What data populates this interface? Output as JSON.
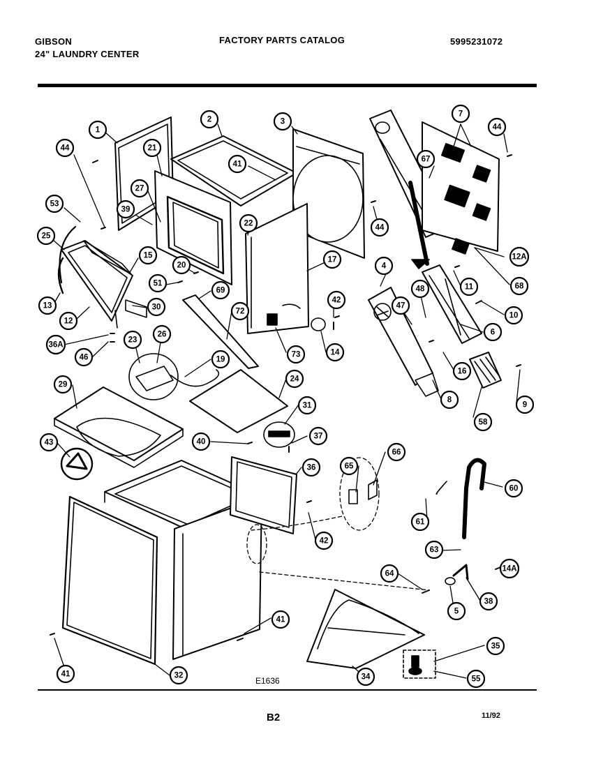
{
  "header": {
    "brand": "GIBSON",
    "subtitle": "24\" LAUNDRY CENTER",
    "catalog_title": "FACTORY PARTS CATALOG",
    "part_number": "5995231072"
  },
  "footer": {
    "diagram_code": "E1636",
    "page_code": "B2",
    "date_code": "11/92"
  },
  "callouts": [
    {
      "label": "1"
    },
    {
      "label": "2"
    },
    {
      "label": "3"
    },
    {
      "label": "7"
    },
    {
      "label": "44"
    },
    {
      "label": "44"
    },
    {
      "label": "21"
    },
    {
      "label": "41"
    },
    {
      "label": "67"
    },
    {
      "label": "27"
    },
    {
      "label": "53"
    },
    {
      "label": "39"
    },
    {
      "label": "22"
    },
    {
      "label": "44"
    },
    {
      "label": "25"
    },
    {
      "label": "15"
    },
    {
      "label": "20"
    },
    {
      "label": "17"
    },
    {
      "label": "4"
    },
    {
      "label": "12A"
    },
    {
      "label": "51"
    },
    {
      "label": "69"
    },
    {
      "label": "48"
    },
    {
      "label": "11"
    },
    {
      "label": "68"
    },
    {
      "label": "42"
    },
    {
      "label": "47"
    },
    {
      "label": "13"
    },
    {
      "label": "12"
    },
    {
      "label": "30"
    },
    {
      "label": "72"
    },
    {
      "label": "10"
    },
    {
      "label": "6"
    },
    {
      "label": "23"
    },
    {
      "label": "26"
    },
    {
      "label": "73"
    },
    {
      "label": "14"
    },
    {
      "label": "36A"
    },
    {
      "label": "46"
    },
    {
      "label": "16"
    },
    {
      "label": "19"
    },
    {
      "label": "24"
    },
    {
      "label": "8"
    },
    {
      "label": "9"
    },
    {
      "label": "58"
    },
    {
      "label": "29"
    },
    {
      "label": "31"
    },
    {
      "label": "37"
    },
    {
      "label": "43"
    },
    {
      "label": "40"
    },
    {
      "label": "36"
    },
    {
      "label": "65"
    },
    {
      "label": "66"
    },
    {
      "label": "60"
    },
    {
      "label": "61"
    },
    {
      "label": "42"
    },
    {
      "label": "63"
    },
    {
      "label": "64"
    },
    {
      "label": "14A"
    },
    {
      "label": "5"
    },
    {
      "label": "38"
    },
    {
      "label": "41"
    },
    {
      "label": "35"
    },
    {
      "label": "41"
    },
    {
      "label": "32"
    },
    {
      "label": "34"
    },
    {
      "label": "55"
    }
  ]
}
